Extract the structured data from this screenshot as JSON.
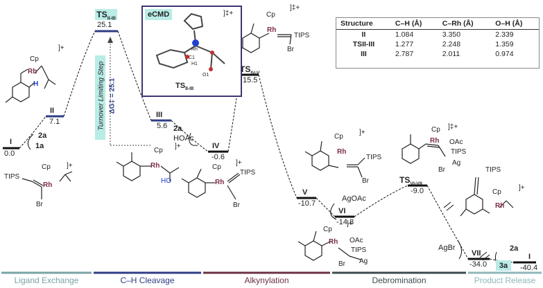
{
  "states": [
    {
      "id": "I",
      "value": "0.0"
    },
    {
      "id": "II",
      "value": "7.1"
    },
    {
      "id": "TS_II-III",
      "value": "25.1"
    },
    {
      "id": "III",
      "value": "5.6"
    },
    {
      "id": "IV",
      "value": "-0.6"
    },
    {
      "id": "TS_IV-V",
      "value": "15.5"
    },
    {
      "id": "V",
      "value": "-10.7"
    },
    {
      "id": "VI",
      "value": "-14.8"
    },
    {
      "id": "TS_VI-VII",
      "value": "-9.0"
    },
    {
      "id": "VII",
      "value": "-34.0"
    },
    {
      "id": "I_end",
      "value": "-40.4"
    }
  ],
  "labels": {
    "I": "I",
    "II": "II",
    "III": "III",
    "IV": "IV",
    "V": "V",
    "VI": "VI",
    "VII": "VII",
    "I_end": "I",
    "ts_ii_iii": "TS",
    "ts_ii_iii_sub": "II-III",
    "ts_iv_v": "TS",
    "ts_iv_v_sub": "IV-V",
    "ts_vi_vii": "TS",
    "ts_vi_vii_sub": "VI-VII"
  },
  "reagents": {
    "r_2a_first": "2a",
    "r_1a": "1a",
    "r_2a_second": "2a",
    "r_hoac": "HOAc",
    "r_agoac": "AgOAc",
    "r_agbr": "AgBr",
    "r_2a_end": "2a",
    "r_3a": "3a"
  },
  "annotations": {
    "turnover": "Turnover Limiting Step",
    "delta_g": "ΔG‡ = 25.1"
  },
  "inset": {
    "tag": "eCMD",
    "charge": "]‡+",
    "rh": "Rh",
    "c1": "C1",
    "h1": "H1",
    "o1": "O1",
    "caption": "TS",
    "caption_sub": "II-III"
  },
  "table": {
    "headers": [
      "Structure",
      "C–H (Å)",
      "C–Rh (Å)",
      "O–H (Å)"
    ],
    "rows": [
      [
        "II",
        "1.084",
        "3.350",
        "2.339"
      ],
      [
        "TSII-III",
        "1.277",
        "2.248",
        "1.359"
      ],
      [
        "III",
        "2.787",
        "2.011",
        "0.974"
      ]
    ]
  },
  "stages": [
    "Ligand Exchange",
    "C–H Cleavage",
    "Alkynylation",
    "Debromination",
    "Product Release"
  ],
  "molecule_text": {
    "cp": "Cp",
    "rh": "Rh",
    "tips": "TIPS",
    "br": "Br",
    "oac": "OAc",
    "ag": "Ag",
    "h": "H",
    "ho": "HO",
    "charge": "]+",
    "charge_ts": "]‡+"
  },
  "colors": {
    "level_blue": "#2f3d86",
    "level_black": "#111111",
    "stage_gray": "#7aa3a6",
    "stage_navy": "#2f3d86",
    "stage_maroon": "#6b3042",
    "stage_dark": "#3b4a4d",
    "stage_teal": "#8fb6bb",
    "rh_color": "#7a2a48",
    "h_blue": "#2040d0",
    "ts_highlight": "#b9ece6"
  }
}
